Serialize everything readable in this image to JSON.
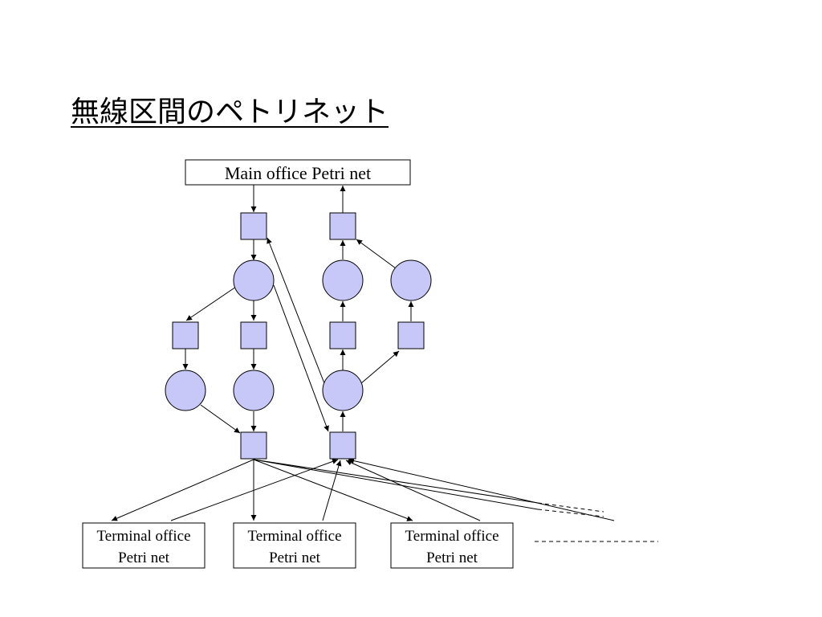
{
  "title": "無線区間のペトリネット",
  "main_office": {
    "label": "Main office Petri net"
  },
  "terminal_offices": [
    {
      "line1": "Terminal office",
      "line2": "Petri net"
    },
    {
      "line1": "Terminal office",
      "line2": "Petri net"
    },
    {
      "line1": "Terminal office",
      "line2": "Petri net"
    }
  ],
  "colors": {
    "node_fill": "#c8c8f8",
    "stroke": "#000000",
    "background": "#ffffff"
  }
}
